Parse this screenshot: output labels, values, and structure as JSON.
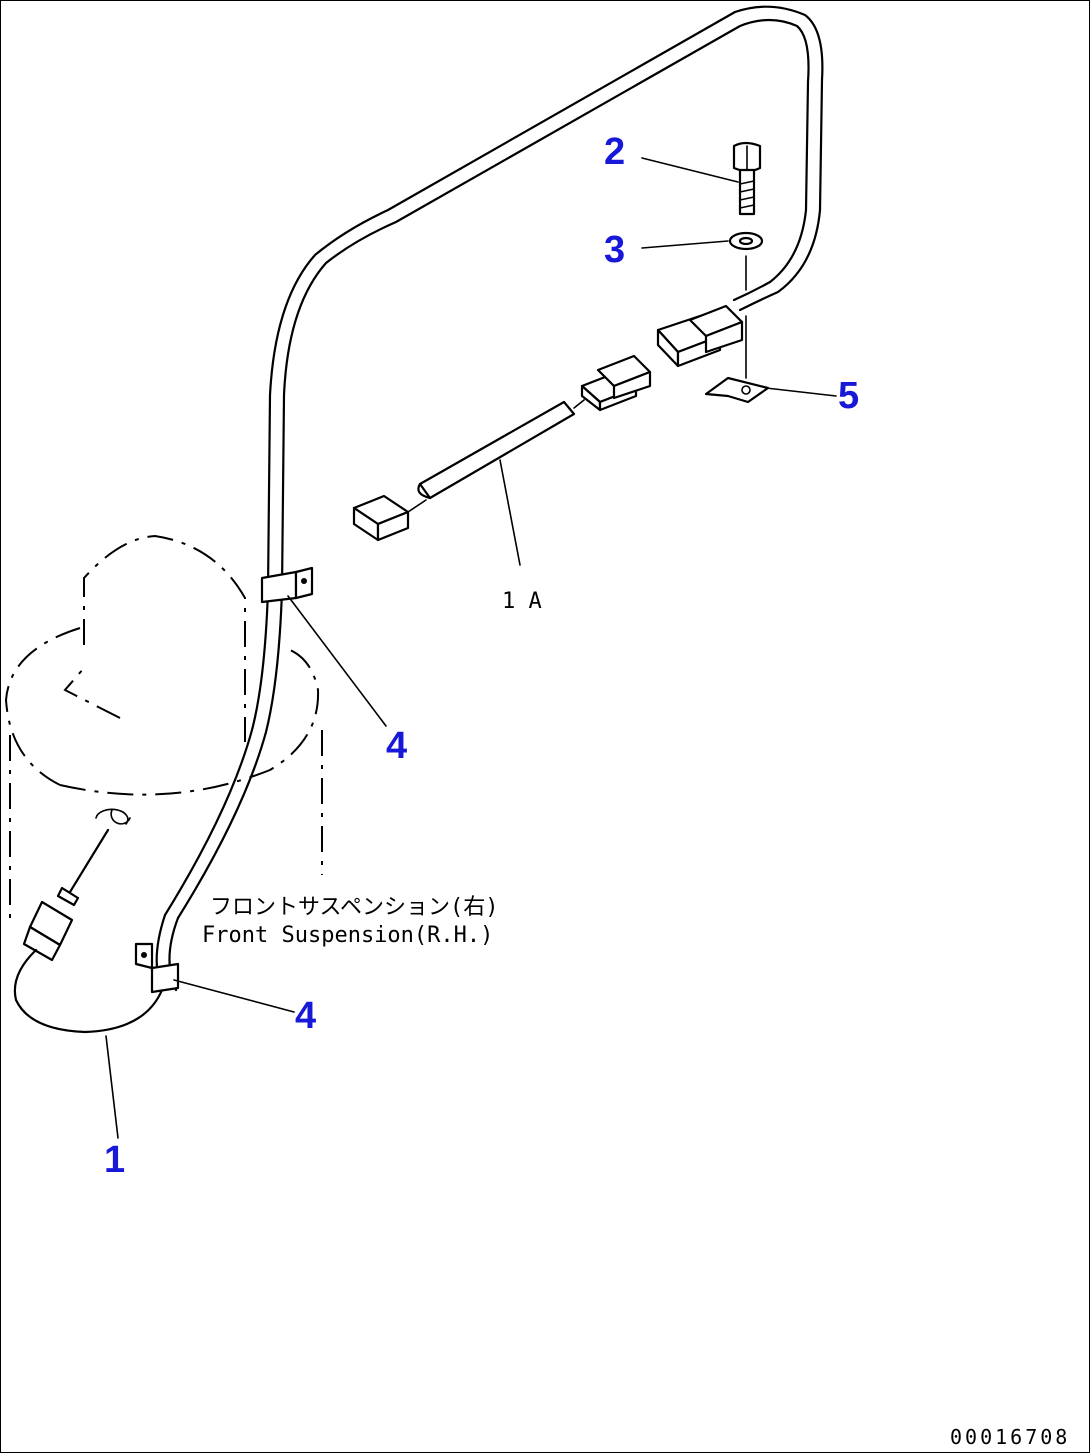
{
  "callouts": {
    "c1": "1",
    "c2": "2",
    "c3": "3",
    "c4a": "4",
    "c4b": "4",
    "c5": "5"
  },
  "labels": {
    "sub_assembly": "1 A",
    "note_jp": "フロントサスペンション(右)",
    "note_en": "Front Suspension(R.H.)",
    "drawing_number": "00016708"
  },
  "colors": {
    "callout": "#1818d8",
    "line": "#000000",
    "background": "#ffffff"
  }
}
